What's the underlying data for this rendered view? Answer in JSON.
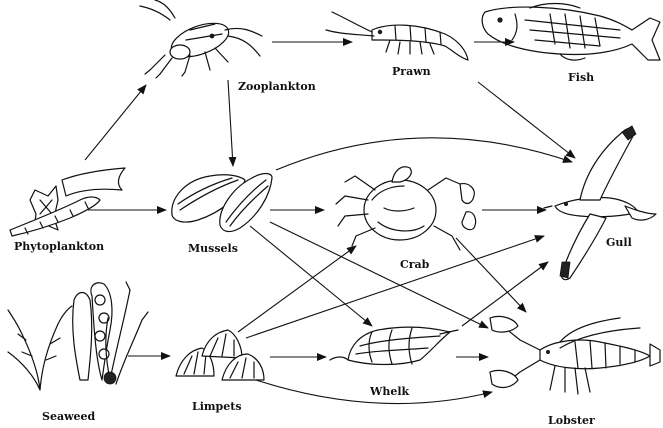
{
  "organisms": {
    "zooplankton": "Zooplankton",
    "prawn": "Prawn",
    "fish": "Fish",
    "phytoplankton": "Phytoplankton",
    "mussels": "Mussels",
    "crab": "Crab",
    "gull": "Gull",
    "seaweed": "Seaweed",
    "limpets": "Limpets",
    "whelk": "Whelk",
    "lobster": "Lobster"
  }
}
